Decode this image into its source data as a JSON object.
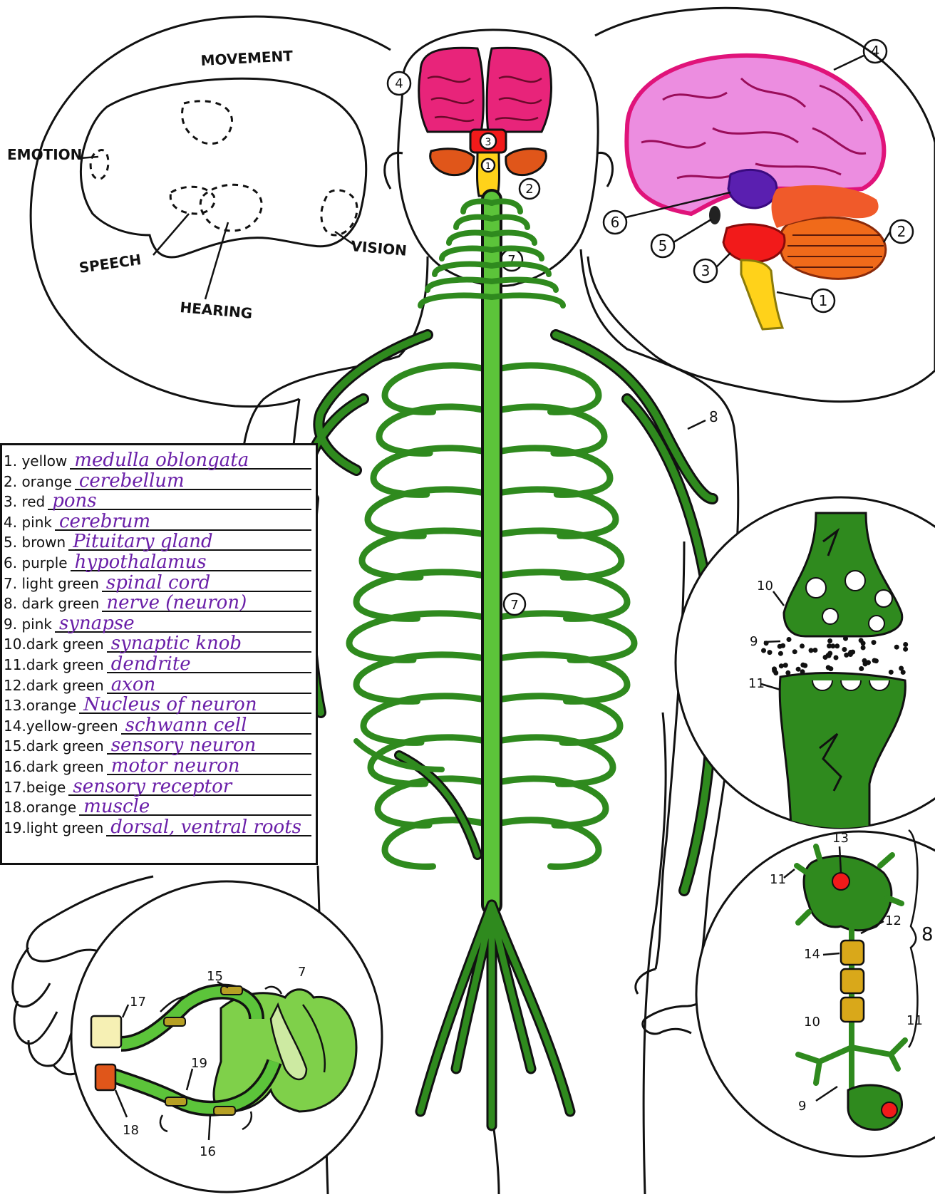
{
  "brain_side_labels": {
    "movement": "MOVEMENT",
    "emotion": "EMOTION",
    "speech": "SPEECH",
    "hearing": "HEARING",
    "vision": "VISION"
  },
  "callouts": {
    "front_brain": [
      "4",
      "3",
      "1",
      "2",
      "7"
    ],
    "brain_detail": [
      "4",
      "6",
      "5",
      "3",
      "2",
      "1"
    ],
    "body": [
      "8",
      "7"
    ],
    "synapse": [
      "10",
      "9",
      "11"
    ],
    "neuron": [
      "13",
      "11",
      "12",
      "14",
      "8",
      "10",
      "11",
      "9"
    ],
    "reflex": [
      "17",
      "15",
      "7",
      "19",
      "18",
      "16"
    ]
  },
  "key": [
    {
      "num": "1. yellow",
      "answer": "medulla oblongata"
    },
    {
      "num": "2. orange",
      "answer": "cerebellum"
    },
    {
      "num": "3. red",
      "answer": "pons"
    },
    {
      "num": "4. pink",
      "answer": "cerebrum"
    },
    {
      "num": "5. brown",
      "answer": "Pituitary gland"
    },
    {
      "num": "6. purple",
      "answer": "hypothalamus"
    },
    {
      "num": "7. light green",
      "answer": "spinal cord"
    },
    {
      "num": "8. dark green",
      "answer": "nerve (neuron)"
    },
    {
      "num": "9. pink",
      "answer": "synapse"
    },
    {
      "num": "10.dark green",
      "answer": "synaptic knob"
    },
    {
      "num": "11.dark green",
      "answer": "dendrite"
    },
    {
      "num": "12.dark green",
      "answer": "axon"
    },
    {
      "num": "13.orange",
      "answer": "Nucleus of neuron"
    },
    {
      "num": "14.yellow-green",
      "answer": "schwann cell"
    },
    {
      "num": "15.dark green",
      "answer": "sensory neuron"
    },
    {
      "num": "16.dark green",
      "answer": "motor neuron"
    },
    {
      "num": "17.beige",
      "answer": "sensory receptor"
    },
    {
      "num": "18.orange",
      "answer": "muscle"
    },
    {
      "num": "19.light green",
      "answer": "dorsal, ventral roots"
    }
  ],
  "colors": {
    "nerve": "#2f8a1e",
    "cord": "#5cc43a",
    "cerebrum": "#e8247a",
    "cerebrum_light": "#f08ce0",
    "pons": "#f21a1a",
    "cerebellum": "#f06a1a",
    "medulla": "#ffd21a",
    "hypothalamus": "#5a1fb0",
    "answer_ink": "#6a1fa8"
  }
}
